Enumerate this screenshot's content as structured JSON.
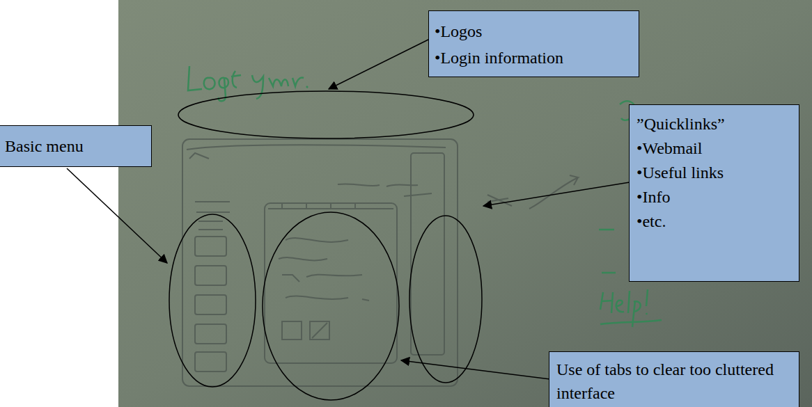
{
  "diagram": {
    "nodes": [
      {
        "text": [
          "•Logos",
          "•Login information"
        ]
      },
      {
        "text": [
          "”Quicklinks”",
          "•Webmail",
          "•Useful links",
          "•Info",
          "•etc."
        ]
      },
      {
        "text": [
          "Basic menu"
        ]
      },
      {
        "text": [
          "Use of tabs to clear too cluttered interface"
        ]
      }
    ]
  }
}
